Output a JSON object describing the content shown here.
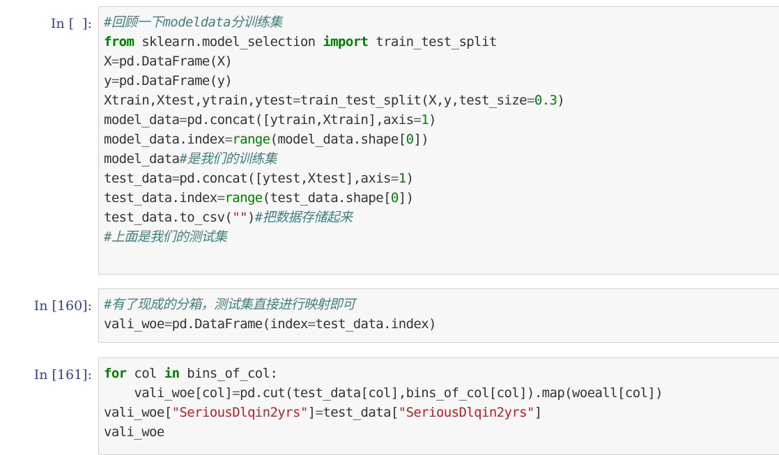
{
  "cells": [
    {
      "prompt": "In [  ]:",
      "lines": [
        [
          {
            "t": "cm",
            "v": "#回顾一下modeldata分训练集"
          }
        ],
        [
          {
            "t": "kw",
            "v": "from"
          },
          {
            "t": "pn",
            "v": " sklearn.model_selection "
          },
          {
            "t": "kw",
            "v": "import"
          },
          {
            "t": "pn",
            "v": " train_test_split"
          }
        ],
        [
          {
            "t": "pn",
            "v": "X"
          },
          {
            "t": "op",
            "v": "="
          },
          {
            "t": "pn",
            "v": "pd.DataFrame(X)"
          }
        ],
        [
          {
            "t": "pn",
            "v": "y"
          },
          {
            "t": "op",
            "v": "="
          },
          {
            "t": "pn",
            "v": "pd.DataFrame(y)"
          }
        ],
        [
          {
            "t": "pn",
            "v": "Xtrain,Xtest,ytrain,ytest"
          },
          {
            "t": "op",
            "v": "="
          },
          {
            "t": "pn",
            "v": "train_test_split(X,y,test_size"
          },
          {
            "t": "op",
            "v": "="
          },
          {
            "t": "mi",
            "v": "0.3"
          },
          {
            "t": "pn",
            "v": ")"
          }
        ],
        [
          {
            "t": "pn",
            "v": "model_data"
          },
          {
            "t": "op",
            "v": "="
          },
          {
            "t": "pn",
            "v": "pd.concat([ytrain,Xtrain],axis"
          },
          {
            "t": "op",
            "v": "="
          },
          {
            "t": "mi",
            "v": "1"
          },
          {
            "t": "pn",
            "v": ")"
          }
        ],
        [
          {
            "t": "pn",
            "v": "model_data.index"
          },
          {
            "t": "op",
            "v": "="
          },
          {
            "t": "nb",
            "v": "range"
          },
          {
            "t": "pn",
            "v": "(model_data.shape["
          },
          {
            "t": "mi",
            "v": "0"
          },
          {
            "t": "pn",
            "v": "])"
          }
        ],
        [
          {
            "t": "pn",
            "v": "model_data"
          },
          {
            "t": "cm",
            "v": "#是我们的训练集"
          }
        ],
        [
          {
            "t": "pn",
            "v": "test_data"
          },
          {
            "t": "op",
            "v": "="
          },
          {
            "t": "pn",
            "v": "pd.concat([ytest,Xtest],axis"
          },
          {
            "t": "op",
            "v": "="
          },
          {
            "t": "mi",
            "v": "1"
          },
          {
            "t": "pn",
            "v": ")"
          }
        ],
        [
          {
            "t": "pn",
            "v": "test_data.index"
          },
          {
            "t": "op",
            "v": "="
          },
          {
            "t": "nb",
            "v": "range"
          },
          {
            "t": "pn",
            "v": "(test_data.shape["
          },
          {
            "t": "mi",
            "v": "0"
          },
          {
            "t": "pn",
            "v": "])"
          }
        ],
        [
          {
            "t": "pn",
            "v": "test_data.to_csv("
          },
          {
            "t": "st",
            "v": "\"\""
          },
          {
            "t": "pn",
            "v": ")"
          },
          {
            "t": "cm",
            "v": "#把数据存储起来"
          }
        ],
        [
          {
            "t": "cm",
            "v": "#上面是我们的测试集"
          }
        ],
        [
          {
            "t": "pn",
            "v": ""
          }
        ]
      ]
    },
    {
      "prompt": "In [160]:",
      "lines": [
        [
          {
            "t": "cm",
            "v": "#有了现成的分箱，测试集直接进行映射即可"
          }
        ],
        [
          {
            "t": "pn",
            "v": "vali_woe"
          },
          {
            "t": "op",
            "v": "="
          },
          {
            "t": "pn",
            "v": "pd.DataFrame(index"
          },
          {
            "t": "op",
            "v": "="
          },
          {
            "t": "pn",
            "v": "test_data.index)"
          }
        ]
      ]
    },
    {
      "prompt": "In [161]:",
      "lines": [
        [
          {
            "t": "kw",
            "v": "for"
          },
          {
            "t": "pn",
            "v": " col "
          },
          {
            "t": "kw",
            "v": "in"
          },
          {
            "t": "pn",
            "v": " bins_of_col:"
          }
        ],
        [
          {
            "t": "pn",
            "v": "    vali_woe[col]"
          },
          {
            "t": "op",
            "v": "="
          },
          {
            "t": "pn",
            "v": "pd.cut(test_data[col],bins_of_col[col]).map(woeall[col])"
          }
        ],
        [
          {
            "t": "pn",
            "v": "vali_woe["
          },
          {
            "t": "st",
            "v": "\"SeriousDlqin2yrs\""
          },
          {
            "t": "pn",
            "v": "]"
          },
          {
            "t": "op",
            "v": "="
          },
          {
            "t": "pn",
            "v": "test_data["
          },
          {
            "t": "st",
            "v": "\"SeriousDlqin2yrs\""
          },
          {
            "t": "pn",
            "v": "]"
          }
        ],
        [
          {
            "t": "pn",
            "v": "vali_woe"
          }
        ]
      ]
    }
  ],
  "colors": {
    "prompt": "#303f9f",
    "keyword": "#008000",
    "comment": "#408080",
    "string": "#ba2121",
    "number": "#008000",
    "operator": "#666666",
    "cell_bg": "#f7f7f7",
    "cell_border": "#cfcfcf"
  }
}
